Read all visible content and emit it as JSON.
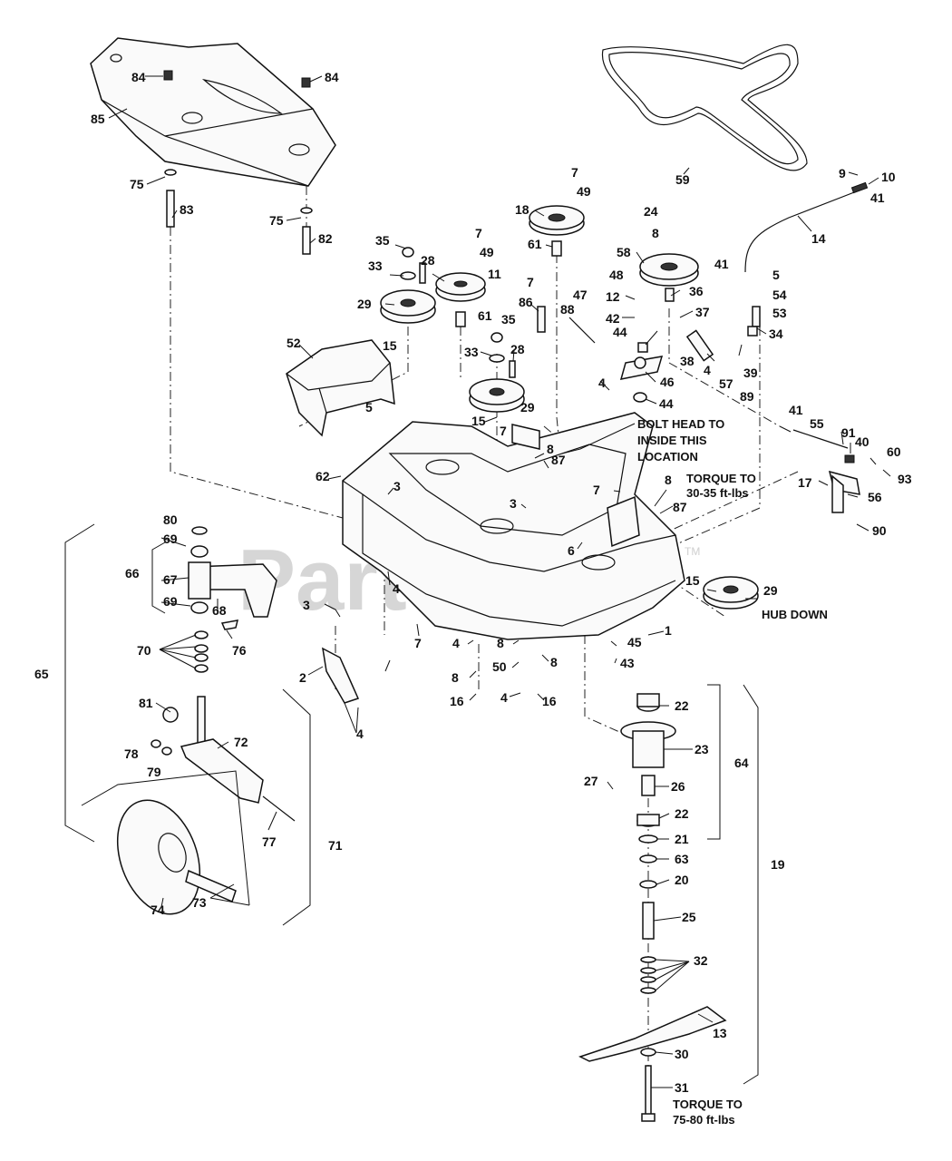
{
  "watermark": {
    "text": "PartsTree",
    "tm": "TM"
  },
  "notes": {
    "bolt_head": [
      "BOLT HEAD TO",
      "INSIDE THIS",
      "LOCATION"
    ],
    "torque_spindle": [
      "TORQUE TO",
      "30-35 ft-lbs"
    ],
    "hub_down": "HUB DOWN",
    "torque_blade": [
      "TORQUE TO",
      "75-80 ft-lbs"
    ]
  },
  "callouts": [
    {
      "id": "c84a",
      "text": "84"
    },
    {
      "id": "c84b",
      "text": "84"
    },
    {
      "id": "c85",
      "text": "85"
    },
    {
      "id": "c75a",
      "text": "75"
    },
    {
      "id": "c83",
      "text": "83"
    },
    {
      "id": "c75b",
      "text": "75"
    },
    {
      "id": "c82",
      "text": "82"
    },
    {
      "id": "c59",
      "text": "59"
    },
    {
      "id": "c9",
      "text": "9"
    },
    {
      "id": "c10",
      "text": "10"
    },
    {
      "id": "c41a",
      "text": "41"
    },
    {
      "id": "c14",
      "text": "14"
    },
    {
      "id": "c7a",
      "text": "7"
    },
    {
      "id": "c49a",
      "text": "49"
    },
    {
      "id": "c18",
      "text": "18"
    },
    {
      "id": "c61a",
      "text": "61"
    },
    {
      "id": "c24",
      "text": "24"
    },
    {
      "id": "c8a",
      "text": "8"
    },
    {
      "id": "c58",
      "text": "58"
    },
    {
      "id": "c41b",
      "text": "41"
    },
    {
      "id": "c5a",
      "text": "5"
    },
    {
      "id": "c54",
      "text": "54"
    },
    {
      "id": "c53",
      "text": "53"
    },
    {
      "id": "c35a",
      "text": "35"
    },
    {
      "id": "c28a",
      "text": "28"
    },
    {
      "id": "c7b",
      "text": "7"
    },
    {
      "id": "c49b",
      "text": "49"
    },
    {
      "id": "c33a",
      "text": "33"
    },
    {
      "id": "c11",
      "text": "11"
    },
    {
      "id": "c7c",
      "text": "7"
    },
    {
      "id": "c29a",
      "text": "29"
    },
    {
      "id": "c86",
      "text": "86"
    },
    {
      "id": "c48",
      "text": "48"
    },
    {
      "id": "c47",
      "text": "47"
    },
    {
      "id": "c12",
      "text": "12"
    },
    {
      "id": "c36",
      "text": "36"
    },
    {
      "id": "c61b",
      "text": "61"
    },
    {
      "id": "c35b",
      "text": "35"
    },
    {
      "id": "c88",
      "text": "88"
    },
    {
      "id": "c42",
      "text": "42"
    },
    {
      "id": "c37",
      "text": "37"
    },
    {
      "id": "c34",
      "text": "34"
    },
    {
      "id": "c52",
      "text": "52"
    },
    {
      "id": "c15a",
      "text": "15"
    },
    {
      "id": "c33b",
      "text": "33"
    },
    {
      "id": "c28b",
      "text": "28"
    },
    {
      "id": "c44a",
      "text": "44"
    },
    {
      "id": "c38",
      "text": "38"
    },
    {
      "id": "c4a",
      "text": "4"
    },
    {
      "id": "c39",
      "text": "39"
    },
    {
      "id": "c57",
      "text": "57"
    },
    {
      "id": "c89",
      "text": "89"
    },
    {
      "id": "c4b",
      "text": "4"
    },
    {
      "id": "c46",
      "text": "46"
    },
    {
      "id": "c5b",
      "text": "5"
    },
    {
      "id": "c29b",
      "text": "29"
    },
    {
      "id": "c44b",
      "text": "44"
    },
    {
      "id": "c15b",
      "text": "15"
    },
    {
      "id": "c41c",
      "text": "41"
    },
    {
      "id": "c55",
      "text": "55"
    },
    {
      "id": "c7d",
      "text": "7"
    },
    {
      "id": "c91",
      "text": "91"
    },
    {
      "id": "c40",
      "text": "40"
    },
    {
      "id": "c8b",
      "text": "8"
    },
    {
      "id": "c60",
      "text": "60"
    },
    {
      "id": "c87a",
      "text": "87"
    },
    {
      "id": "c62",
      "text": "62"
    },
    {
      "id": "c3a",
      "text": "3"
    },
    {
      "id": "c93",
      "text": "93"
    },
    {
      "id": "c17",
      "text": "17"
    },
    {
      "id": "c56",
      "text": "56"
    },
    {
      "id": "c7e",
      "text": "7"
    },
    {
      "id": "c8c",
      "text": "8"
    },
    {
      "id": "c87b",
      "text": "87"
    },
    {
      "id": "c3b",
      "text": "3"
    },
    {
      "id": "c90",
      "text": "90"
    },
    {
      "id": "c80",
      "text": "80"
    },
    {
      "id": "c69a",
      "text": "69"
    },
    {
      "id": "c6",
      "text": "6"
    },
    {
      "id": "c66",
      "text": "66"
    },
    {
      "id": "c67",
      "text": "67"
    },
    {
      "id": "c15c",
      "text": "15"
    },
    {
      "id": "c29c",
      "text": "29"
    },
    {
      "id": "c69b",
      "text": "69"
    },
    {
      "id": "c68",
      "text": "68"
    },
    {
      "id": "c4c",
      "text": "4"
    },
    {
      "id": "c3c",
      "text": "3"
    },
    {
      "id": "c1",
      "text": "1"
    },
    {
      "id": "c70",
      "text": "70"
    },
    {
      "id": "c76",
      "text": "76"
    },
    {
      "id": "c7f",
      "text": "7"
    },
    {
      "id": "c45",
      "text": "45"
    },
    {
      "id": "c43",
      "text": "43"
    },
    {
      "id": "c4d",
      "text": "4"
    },
    {
      "id": "c8d",
      "text": "8"
    },
    {
      "id": "c65",
      "text": "65"
    },
    {
      "id": "c2",
      "text": "2"
    },
    {
      "id": "c50",
      "text": "50"
    },
    {
      "id": "c8e",
      "text": "8"
    },
    {
      "id": "c8f",
      "text": "8"
    },
    {
      "id": "c4e",
      "text": "4"
    },
    {
      "id": "c22a",
      "text": "22"
    },
    {
      "id": "c16a",
      "text": "16"
    },
    {
      "id": "c4f",
      "text": "4"
    },
    {
      "id": "c16b",
      "text": "16"
    },
    {
      "id": "c81",
      "text": "81"
    },
    {
      "id": "c23",
      "text": "23"
    },
    {
      "id": "c72",
      "text": "72"
    },
    {
      "id": "c64",
      "text": "64"
    },
    {
      "id": "c78",
      "text": "78"
    },
    {
      "id": "c79",
      "text": "79"
    },
    {
      "id": "c27",
      "text": "27"
    },
    {
      "id": "c26",
      "text": "26"
    },
    {
      "id": "c19",
      "text": "19"
    },
    {
      "id": "c22b",
      "text": "22"
    },
    {
      "id": "c77",
      "text": "77"
    },
    {
      "id": "c71",
      "text": "71"
    },
    {
      "id": "c21",
      "text": "21"
    },
    {
      "id": "c63",
      "text": "63"
    },
    {
      "id": "c20",
      "text": "20"
    },
    {
      "id": "c74",
      "text": "74"
    },
    {
      "id": "c73",
      "text": "73"
    },
    {
      "id": "c25",
      "text": "25"
    },
    {
      "id": "c32",
      "text": "32"
    },
    {
      "id": "c13",
      "text": "13"
    },
    {
      "id": "c30",
      "text": "30"
    },
    {
      "id": "c31",
      "text": "31"
    }
  ]
}
